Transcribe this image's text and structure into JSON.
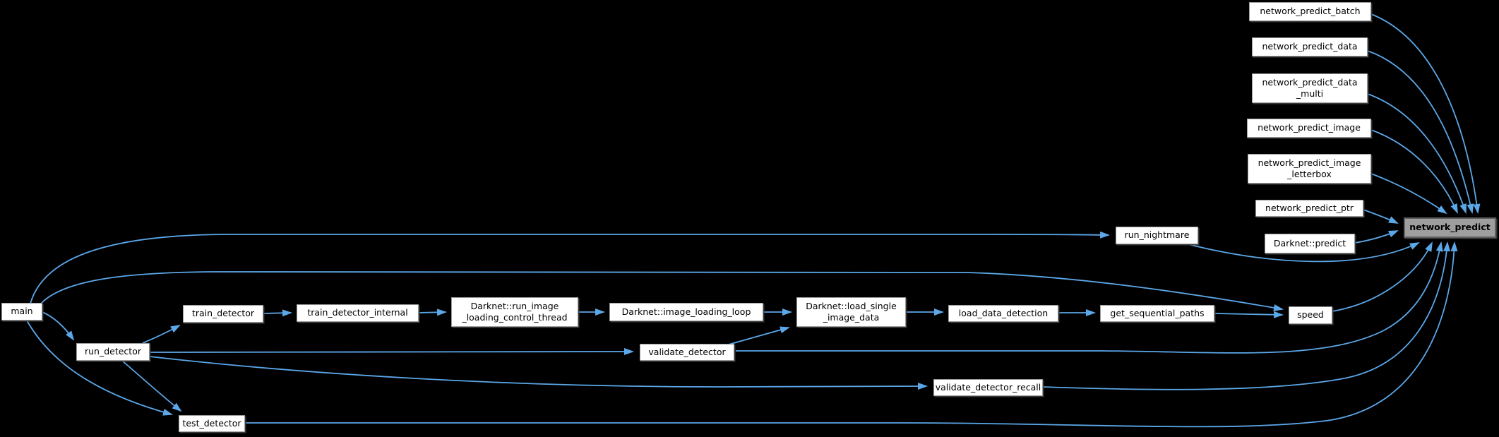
{
  "diagram": {
    "kind": "doxygen-caller-graph",
    "highlighted_node": "network_predict",
    "colors": {
      "background": "#000000",
      "edge": "#5ba7e8",
      "node_fill": "#ffffff",
      "node_border": "#9c9c9c",
      "highlight_fill": "#9e9e9e",
      "highlight_border": "#5f5f5f",
      "text": "#000000"
    }
  },
  "nodes": [
    {
      "id": "main",
      "label": "main"
    },
    {
      "id": "run_detector",
      "label": "run_detector"
    },
    {
      "id": "train_detector",
      "label": "train_detector"
    },
    {
      "id": "test_detector",
      "label": "test_detector"
    },
    {
      "id": "train_detector_internal",
      "label": "train_detector_internal"
    },
    {
      "id": "run_image_loading_control_thread",
      "label": "Darknet::run_image\n_loading_control_thread"
    },
    {
      "id": "image_loading_loop",
      "label": "Darknet::image_loading_loop"
    },
    {
      "id": "validate_detector",
      "label": "validate_detector"
    },
    {
      "id": "load_single_image_data",
      "label": "Darknet::load_single\n_image_data"
    },
    {
      "id": "load_data_detection",
      "label": "load_data_detection"
    },
    {
      "id": "validate_detector_recall",
      "label": "validate_detector_recall"
    },
    {
      "id": "get_sequential_paths",
      "label": "get_sequential_paths"
    },
    {
      "id": "run_nightmare",
      "label": "run_nightmare"
    },
    {
      "id": "speed",
      "label": "speed"
    },
    {
      "id": "network_predict_batch",
      "label": "network_predict_batch"
    },
    {
      "id": "network_predict_data",
      "label": "network_predict_data"
    },
    {
      "id": "network_predict_data_multi",
      "label": "network_predict_data\n_multi"
    },
    {
      "id": "network_predict_image",
      "label": "network_predict_image"
    },
    {
      "id": "network_predict_image_letterbox",
      "label": "network_predict_image\n_letterbox"
    },
    {
      "id": "network_predict_ptr",
      "label": "network_predict_ptr"
    },
    {
      "id": "darknet_predict",
      "label": "Darknet::predict"
    },
    {
      "id": "network_predict",
      "label": "network_predict",
      "highlighted": true
    }
  ],
  "edges": [
    {
      "from": "main",
      "to": "run_detector"
    },
    {
      "from": "main",
      "to": "run_nightmare"
    },
    {
      "from": "main",
      "to": "speed"
    },
    {
      "from": "main",
      "to": "test_detector"
    },
    {
      "from": "run_detector",
      "to": "train_detector"
    },
    {
      "from": "run_detector",
      "to": "validate_detector"
    },
    {
      "from": "run_detector",
      "to": "validate_detector_recall"
    },
    {
      "from": "run_detector",
      "to": "test_detector"
    },
    {
      "from": "train_detector",
      "to": "train_detector_internal"
    },
    {
      "from": "train_detector_internal",
      "to": "run_image_loading_control_thread"
    },
    {
      "from": "run_image_loading_control_thread",
      "to": "image_loading_loop"
    },
    {
      "from": "image_loading_loop",
      "to": "load_single_image_data"
    },
    {
      "from": "validate_detector",
      "to": "load_single_image_data"
    },
    {
      "from": "load_single_image_data",
      "to": "load_data_detection"
    },
    {
      "from": "load_data_detection",
      "to": "get_sequential_paths"
    },
    {
      "from": "get_sequential_paths",
      "to": "speed"
    },
    {
      "from": "speed",
      "to": "network_predict"
    },
    {
      "from": "run_nightmare",
      "to": "network_predict"
    },
    {
      "from": "validate_detector",
      "to": "network_predict"
    },
    {
      "from": "validate_detector_recall",
      "to": "network_predict"
    },
    {
      "from": "test_detector",
      "to": "network_predict"
    },
    {
      "from": "network_predict_batch",
      "to": "network_predict"
    },
    {
      "from": "network_predict_data",
      "to": "network_predict"
    },
    {
      "from": "network_predict_data_multi",
      "to": "network_predict"
    },
    {
      "from": "network_predict_image",
      "to": "network_predict"
    },
    {
      "from": "network_predict_image_letterbox",
      "to": "network_predict"
    },
    {
      "from": "network_predict_ptr",
      "to": "network_predict"
    },
    {
      "from": "darknet_predict",
      "to": "network_predict"
    }
  ]
}
